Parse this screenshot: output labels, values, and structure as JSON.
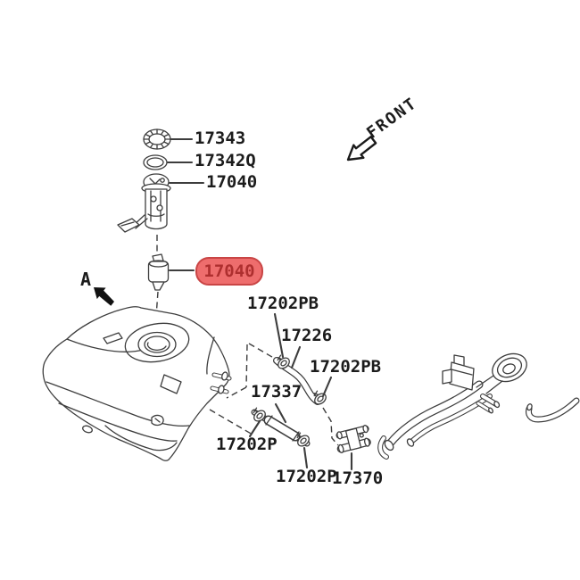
{
  "diagram": {
    "type": "fuel-tank-parts-diagram",
    "orientation_marker": "FRONT",
    "view_marker": "A",
    "highlighted_part": "17040",
    "callouts": {
      "lock_ring": "17343",
      "gasket": "17342Q",
      "pump_assembly": "17040",
      "clamp_upper_1": "17202PB",
      "hose": "17226",
      "clamp_upper_2": "17202PB",
      "tube": "17337",
      "clamp_lower_1": "17202P",
      "clamp_lower_2": "17202P",
      "valve": "17370"
    },
    "colors": {
      "background": "#ffffff",
      "line": "#3d3d3d",
      "label_text": "#1c1c1c",
      "highlight_fill": "#ee6d6d",
      "highlight_border": "#c94545",
      "highlight_text": "#ae2f2f"
    }
  }
}
